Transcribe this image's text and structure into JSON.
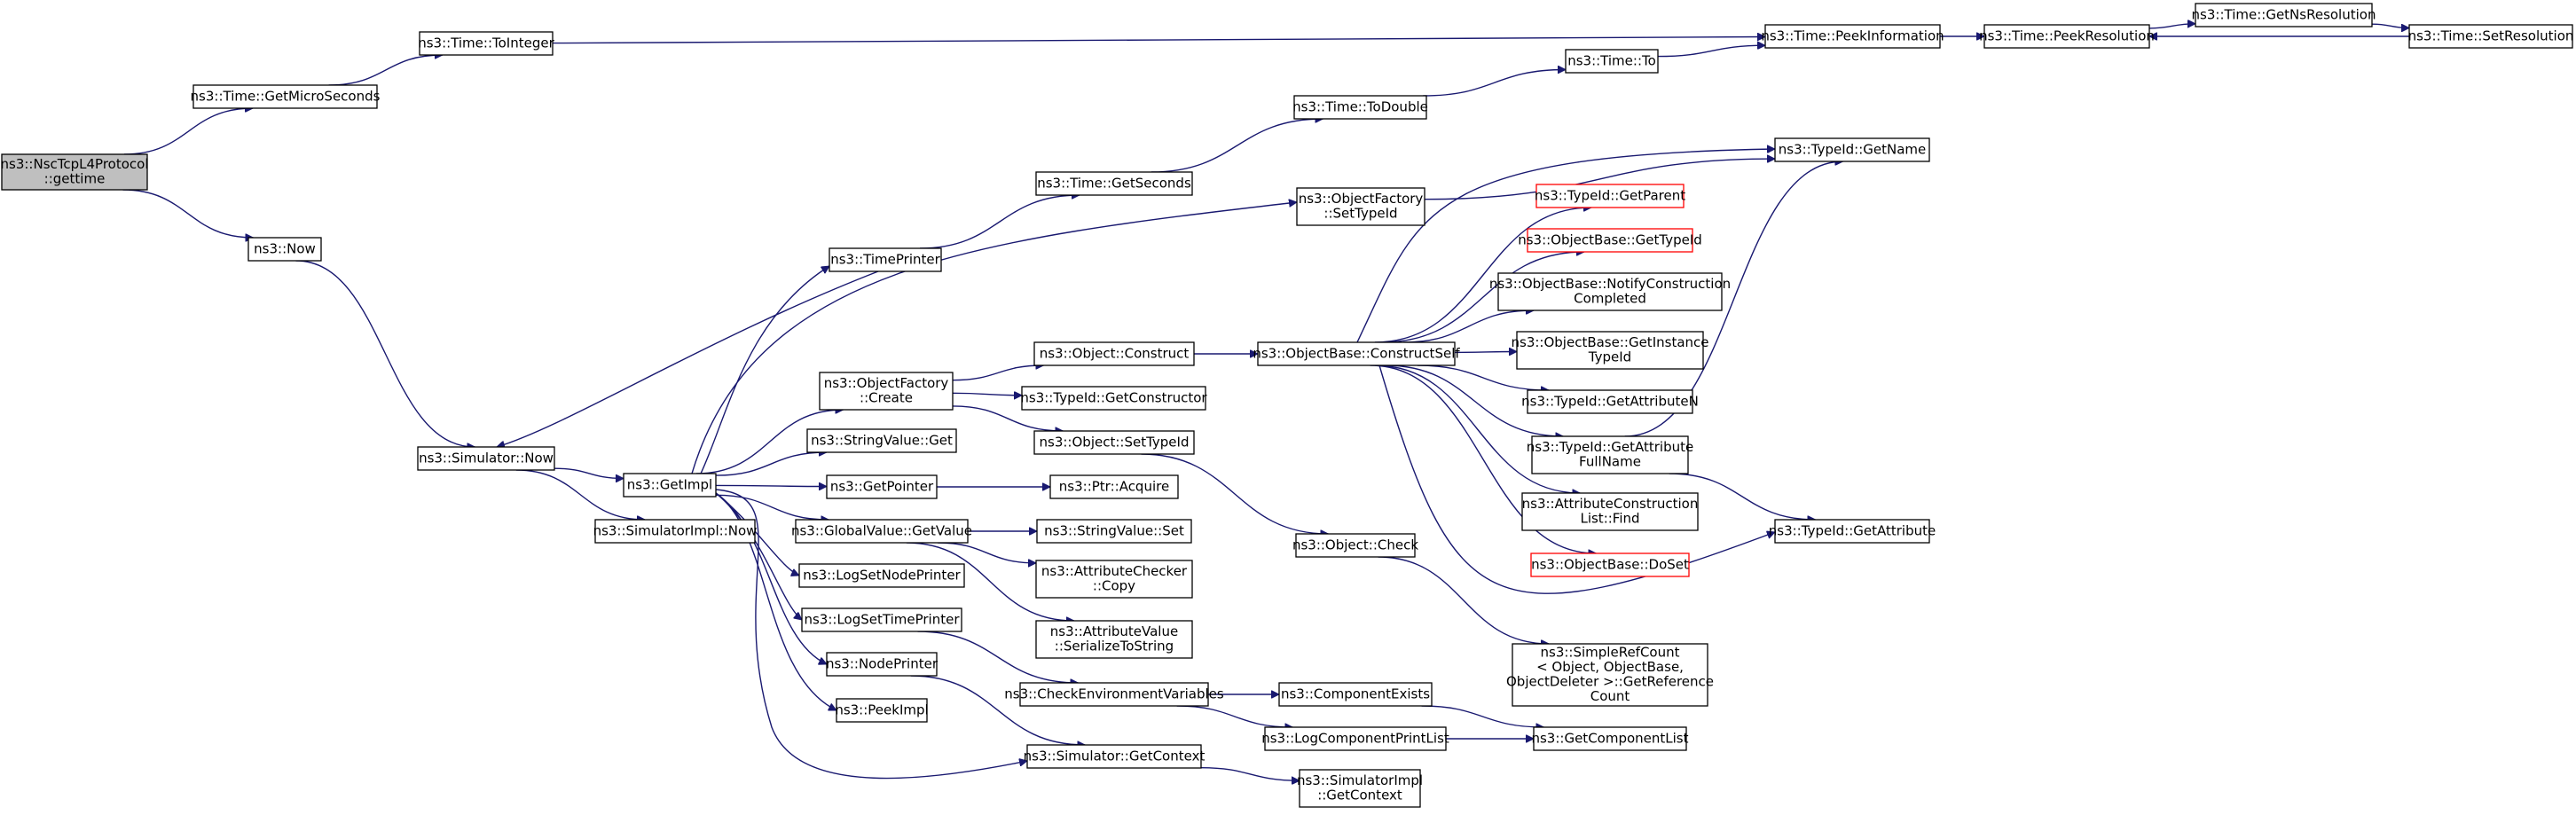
{
  "colors": {
    "edge": "#191970",
    "node_border": "#000000",
    "truncated_border": "#ff0000",
    "root_fill": "#bfbfbf"
  },
  "nodes": [
    {
      "id": "nsc_gettime",
      "lines": [
        "ns3::NscTcpL4Protocol",
        "::gettime"
      ],
      "root": true
    },
    {
      "id": "get_micro",
      "lines": [
        "ns3::Time::GetMicroSeconds"
      ]
    },
    {
      "id": "now",
      "lines": [
        "ns3::Now"
      ]
    },
    {
      "id": "to_integer",
      "lines": [
        "ns3::Time::ToInteger"
      ]
    },
    {
      "id": "sim_now",
      "lines": [
        "ns3::Simulator::Now"
      ]
    },
    {
      "id": "peek_info",
      "lines": [
        "ns3::Time::PeekInformation"
      ]
    },
    {
      "id": "get_impl",
      "lines": [
        "ns3::GetImpl"
      ]
    },
    {
      "id": "simimpl_now",
      "lines": [
        "ns3::SimulatorImpl::Now"
      ]
    },
    {
      "id": "peek_res",
      "lines": [
        "ns3::Time::PeekResolution"
      ]
    },
    {
      "id": "get_ns_res",
      "lines": [
        "ns3::Time::GetNsResolution"
      ]
    },
    {
      "id": "set_res",
      "lines": [
        "ns3::Time::SetResolution"
      ]
    },
    {
      "id": "time_to",
      "lines": [
        "ns3::Time::To"
      ]
    },
    {
      "id": "to_double",
      "lines": [
        "ns3::Time::ToDouble"
      ]
    },
    {
      "id": "get_seconds",
      "lines": [
        "ns3::Time::GetSeconds"
      ]
    },
    {
      "id": "time_printer",
      "lines": [
        "ns3::TimePrinter"
      ]
    },
    {
      "id": "of_set_typeid",
      "lines": [
        "ns3::ObjectFactory",
        "::SetTypeId"
      ]
    },
    {
      "id": "of_create",
      "lines": [
        "ns3::ObjectFactory",
        "::Create"
      ]
    },
    {
      "id": "sv_get",
      "lines": [
        "ns3::StringValue::Get"
      ]
    },
    {
      "id": "get_pointer",
      "lines": [
        "ns3::GetPointer"
      ]
    },
    {
      "id": "gv_get_value",
      "lines": [
        "ns3::GlobalValue::GetValue"
      ]
    },
    {
      "id": "log_set_node",
      "lines": [
        "ns3::LogSetNodePrinter"
      ]
    },
    {
      "id": "log_set_time",
      "lines": [
        "ns3::LogSetTimePrinter"
      ]
    },
    {
      "id": "node_printer",
      "lines": [
        "ns3::NodePrinter"
      ]
    },
    {
      "id": "peek_impl",
      "lines": [
        "ns3::PeekImpl"
      ]
    },
    {
      "id": "obj_construct",
      "lines": [
        "ns3::Object::Construct"
      ]
    },
    {
      "id": "typeid_get_ctor",
      "lines": [
        "ns3::TypeId::GetConstructor"
      ]
    },
    {
      "id": "obj_set_typeid",
      "lines": [
        "ns3::Object::SetTypeId"
      ]
    },
    {
      "id": "ptr_acquire",
      "lines": [
        "ns3::Ptr::Acquire"
      ]
    },
    {
      "id": "sv_set",
      "lines": [
        "ns3::StringValue::Set"
      ]
    },
    {
      "id": "attr_checker_copy",
      "lines": [
        "ns3::AttributeChecker",
        "::Copy"
      ]
    },
    {
      "id": "attr_value_ser",
      "lines": [
        "ns3::AttributeValue",
        "::SerializeToString"
      ]
    },
    {
      "id": "check_env",
      "lines": [
        "ns3::CheckEnvironmentVariables"
      ]
    },
    {
      "id": "sim_get_context",
      "lines": [
        "ns3::Simulator::GetContext"
      ]
    },
    {
      "id": "ob_construct_self",
      "lines": [
        "ns3::ObjectBase::ConstructSelf"
      ]
    },
    {
      "id": "obj_check",
      "lines": [
        "ns3::Object::Check"
      ]
    },
    {
      "id": "comp_exists",
      "lines": [
        "ns3::ComponentExists"
      ]
    },
    {
      "id": "log_comp_print",
      "lines": [
        "ns3::LogComponentPrintList"
      ]
    },
    {
      "id": "simimpl_get_context",
      "lines": [
        "ns3::SimulatorImpl",
        "::GetContext"
      ]
    },
    {
      "id": "typeid_get_name",
      "lines": [
        "ns3::TypeId::GetName"
      ]
    },
    {
      "id": "typeid_get_parent",
      "lines": [
        "ns3::TypeId::GetParent"
      ],
      "truncated": true
    },
    {
      "id": "ob_get_typeid",
      "lines": [
        "ns3::ObjectBase::GetTypeId"
      ],
      "truncated": true
    },
    {
      "id": "ob_notify",
      "lines": [
        "ns3::ObjectBase::NotifyConstruction",
        "Completed"
      ]
    },
    {
      "id": "ob_get_instance",
      "lines": [
        "ns3::ObjectBase::GetInstance",
        "TypeId"
      ]
    },
    {
      "id": "typeid_get_attr_n",
      "lines": [
        "ns3::TypeId::GetAttributeN"
      ]
    },
    {
      "id": "typeid_get_attr_full",
      "lines": [
        "ns3::TypeId::GetAttribute",
        "FullName"
      ]
    },
    {
      "id": "attr_cons_find",
      "lines": [
        "ns3::AttributeConstruction",
        "List::Find"
      ]
    },
    {
      "id": "ob_do_set",
      "lines": [
        "ns3::ObjectBase::DoSet"
      ],
      "truncated": true
    },
    {
      "id": "simple_ref",
      "lines": [
        "ns3::SimpleRefCount",
        "< Object, ObjectBase,",
        "ObjectDeleter >::GetReference",
        "Count"
      ]
    },
    {
      "id": "get_comp_list",
      "lines": [
        "ns3::GetComponentList"
      ]
    },
    {
      "id": "typeid_get_attr",
      "lines": [
        "ns3::TypeId::GetAttribute"
      ]
    }
  ]
}
